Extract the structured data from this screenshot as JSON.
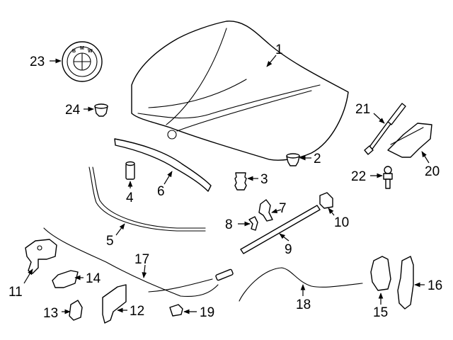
{
  "diagram": {
    "callouts": [
      "1",
      "2",
      "3",
      "4",
      "5",
      "6",
      "7",
      "8",
      "9",
      "10",
      "11",
      "12",
      "13",
      "14",
      "15",
      "16",
      "17",
      "18",
      "19",
      "20",
      "21",
      "22",
      "23",
      "24"
    ],
    "emblem_letters": [
      "B",
      "M",
      "W"
    ]
  }
}
